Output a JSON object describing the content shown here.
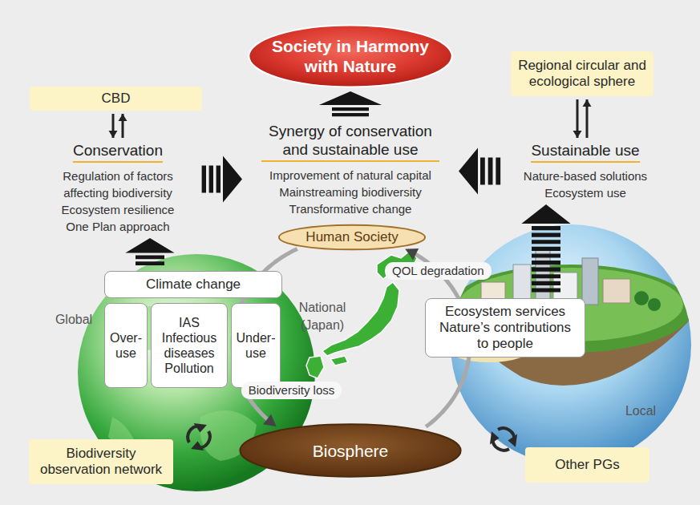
{
  "diagram": {
    "nodes": [
      {
        "text": [
          "Society in Harmony with Nature"
        ]
      },
      {
        "text": [
          "CBD"
        ]
      },
      {
        "text": [
          "Regional circular and ecological sphere"
        ]
      },
      {
        "text": [
          "Synergy of conservation and sustainable use",
          "Improvement of natural capital",
          "Mainstreaming biodiversity",
          "Transformative change"
        ]
      },
      {
        "text": [
          "Conservation",
          "Regulation of factors affecting biodiversity",
          "Ecosystem resilience",
          "One Plan approach"
        ]
      },
      {
        "text": [
          "Sustainable use",
          "Nature-based solutions",
          "Ecosystem use"
        ]
      },
      {
        "text": [
          "Human Society"
        ]
      },
      {
        "text": [
          "Climate change"
        ]
      },
      {
        "text": [
          "Over-use"
        ]
      },
      {
        "text": [
          "IAS",
          "Infectious diseases",
          "Pollution"
        ]
      },
      {
        "text": [
          "Under-use"
        ]
      },
      {
        "text": [
          "Ecosystem services",
          "Nature’s contributions to people"
        ]
      },
      {
        "text": [
          "Biosphere"
        ]
      },
      {
        "text": [
          "Biodiversity observation network"
        ]
      },
      {
        "text": [
          "Other PGs"
        ]
      }
    ],
    "edges": [
      {
        "from": 1,
        "to": 4,
        "arrow": "both"
      },
      {
        "from": 2,
        "to": 5,
        "arrow": "both"
      },
      {
        "from": 4,
        "to": 3,
        "arrow": "to"
      },
      {
        "from": 5,
        "to": 3,
        "arrow": "to"
      },
      {
        "from": 3,
        "to": 0,
        "arrow": "to"
      },
      {
        "from": 7,
        "to": 4,
        "arrow": "to"
      },
      {
        "from": 11,
        "to": 5,
        "arrow": "to"
      },
      {
        "from": 6,
        "to": 12,
        "label": "Biodiversity loss",
        "arrow": "to"
      },
      {
        "from": 12,
        "to": 6,
        "label": "QOL degradation",
        "arrow": "to"
      }
    ],
    "labels": [
      "Global",
      "National (Japan)",
      "Local"
    ]
  }
}
